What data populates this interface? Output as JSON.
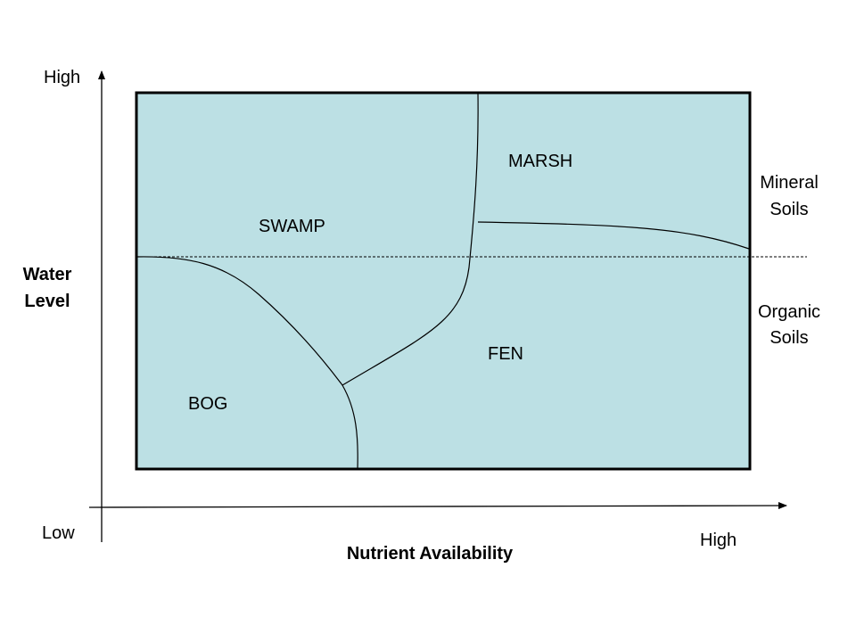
{
  "y_axis": {
    "high_label": "High",
    "low_label": "Low",
    "title_line1": "Water",
    "title_line2": "Level"
  },
  "x_axis": {
    "high_label": "High",
    "title": "Nutrient Availability"
  },
  "regions": {
    "swamp": "SWAMP",
    "marsh": "MARSH",
    "fen": "FEN",
    "bog": "BOG"
  },
  "soil_labels": {
    "mineral_line1": "Mineral",
    "mineral_line2": "Soils",
    "organic_line1": "Organic",
    "organic_line2": "Soils"
  },
  "colors": {
    "region_fill": "#bce0e4",
    "stroke": "#000000"
  }
}
